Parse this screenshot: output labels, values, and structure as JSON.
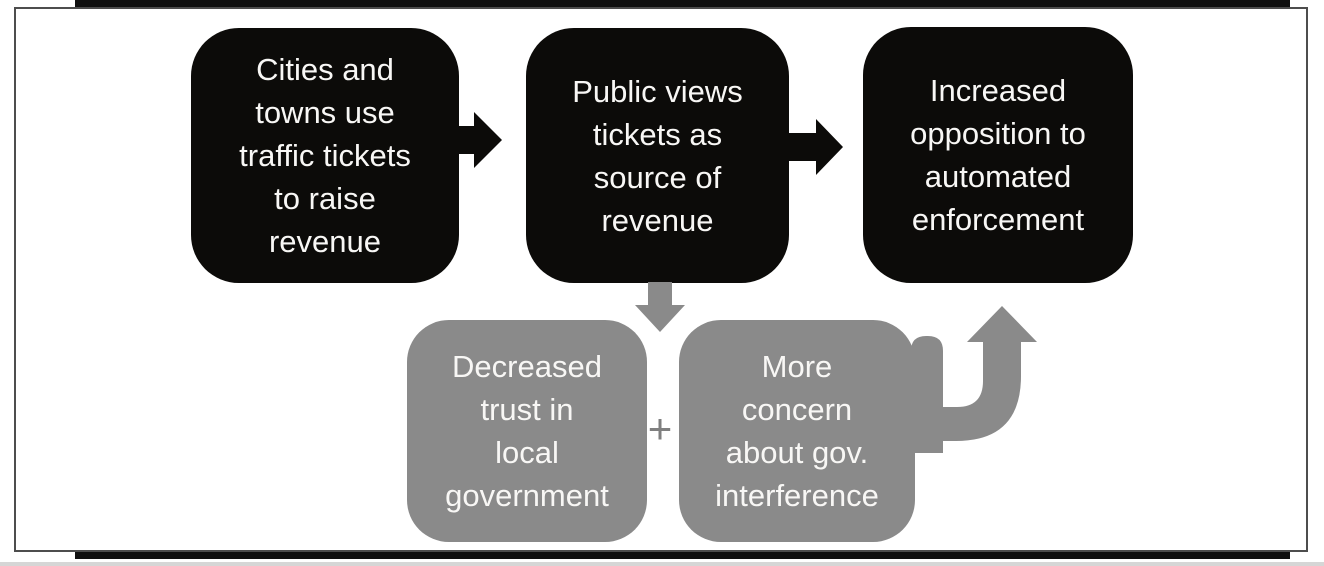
{
  "figure": {
    "kind": "causal-flow-diagram",
    "colors": {
      "black": "#0c0b09",
      "gray": "#8a8a8a",
      "text": "#f8f7f5",
      "plus": "#7f7f7f",
      "border": "#4d4d4d",
      "band": "#101010"
    },
    "nodes": {
      "cities": {
        "text": "Cities and\ntowns use\ntraffic tickets\nto raise\nrevenue",
        "variant": "black"
      },
      "public_views": {
        "text": "Public views\ntickets as\nsource of\nrevenue",
        "variant": "black"
      },
      "opposition": {
        "text": "Increased\nopposition to\nautomated\nenforcement",
        "variant": "black"
      },
      "trust": {
        "text": "Decreased\ntrust in\nlocal\ngovernment",
        "variant": "gray"
      },
      "interference": {
        "text": "More\nconcern\nabout gov.\ninterference",
        "variant": "gray"
      }
    },
    "operators": {
      "plus": "+"
    },
    "connectors": [
      {
        "name": "cities-to-public-views",
        "type": "right-arrow",
        "color": "black"
      },
      {
        "name": "public-views-to-opposition",
        "type": "right-arrow",
        "color": "black"
      },
      {
        "name": "public-views-down-to-causes",
        "type": "down-arrow",
        "color": "gray"
      },
      {
        "name": "interference-to-opposition",
        "type": "curved-up-arrow",
        "color": "gray"
      }
    ]
  }
}
